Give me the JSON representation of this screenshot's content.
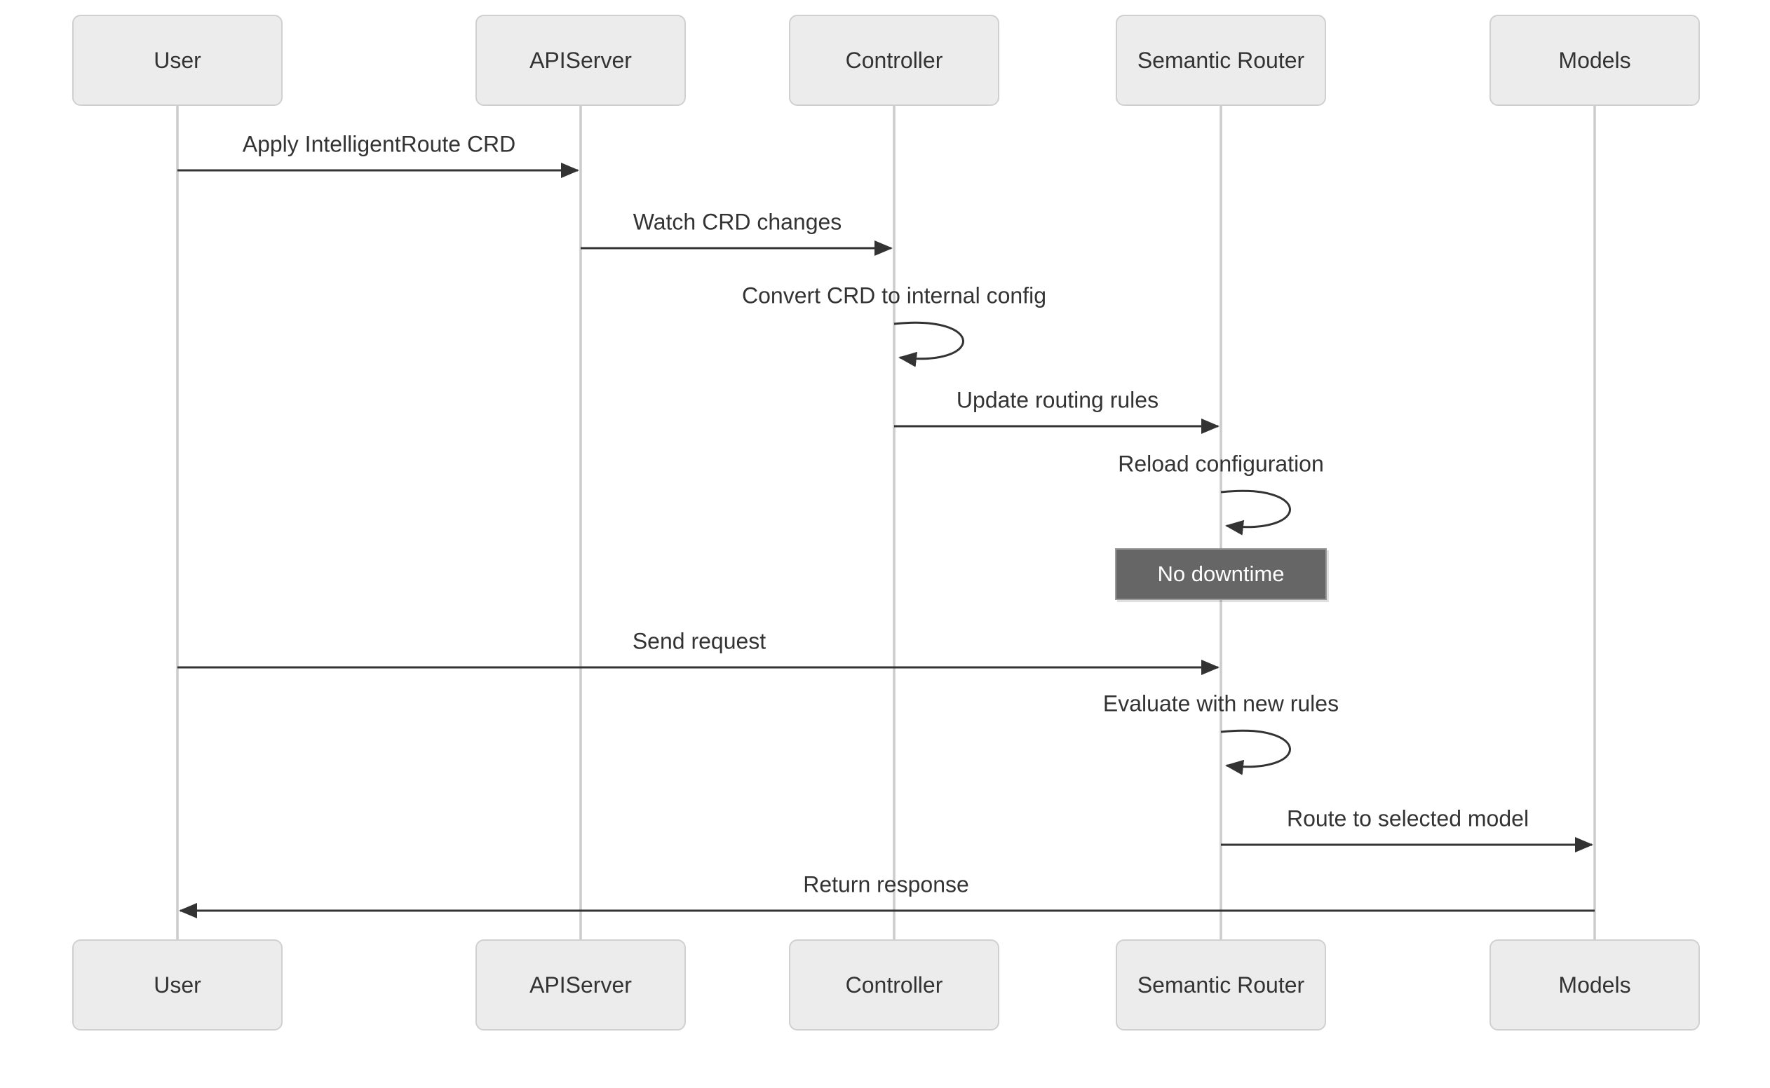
{
  "diagram": {
    "type": "sequence-diagram",
    "actors": [
      {
        "id": "user",
        "label": "User"
      },
      {
        "id": "apiserver",
        "label": "APIServer"
      },
      {
        "id": "controller",
        "label": "Controller"
      },
      {
        "id": "semantic-router",
        "label": "Semantic Router"
      },
      {
        "id": "models",
        "label": "Models"
      }
    ],
    "messages": [
      {
        "kind": "arrow",
        "from": "user",
        "to": "apiserver",
        "text": "Apply IntelligentRoute CRD"
      },
      {
        "kind": "arrow",
        "from": "apiserver",
        "to": "controller",
        "text": "Watch CRD changes"
      },
      {
        "kind": "self",
        "on": "controller",
        "text": "Convert CRD to internal config"
      },
      {
        "kind": "arrow",
        "from": "controller",
        "to": "semantic-router",
        "text": "Update routing rules"
      },
      {
        "kind": "self",
        "on": "semantic-router",
        "text": "Reload configuration"
      },
      {
        "kind": "note",
        "on": "semantic-router",
        "text": "No downtime"
      },
      {
        "kind": "arrow",
        "from": "user",
        "to": "semantic-router",
        "text": "Send request"
      },
      {
        "kind": "self",
        "on": "semantic-router",
        "text": "Evaluate with new rules"
      },
      {
        "kind": "arrow",
        "from": "semantic-router",
        "to": "models",
        "text": "Route to selected model"
      },
      {
        "kind": "arrow",
        "from": "models",
        "to": "user",
        "text": "Return response"
      }
    ],
    "colors": {
      "background": "#ffffff",
      "actor_fill": "#ececec",
      "actor_border": "#d0d0d0",
      "actor_text": "#333333",
      "lifeline": "#cccccc",
      "arrow": "#333333",
      "message_text": "#333333",
      "note_fill": "#666666",
      "note_border": "#999999",
      "note_text": "#ffffff"
    }
  }
}
